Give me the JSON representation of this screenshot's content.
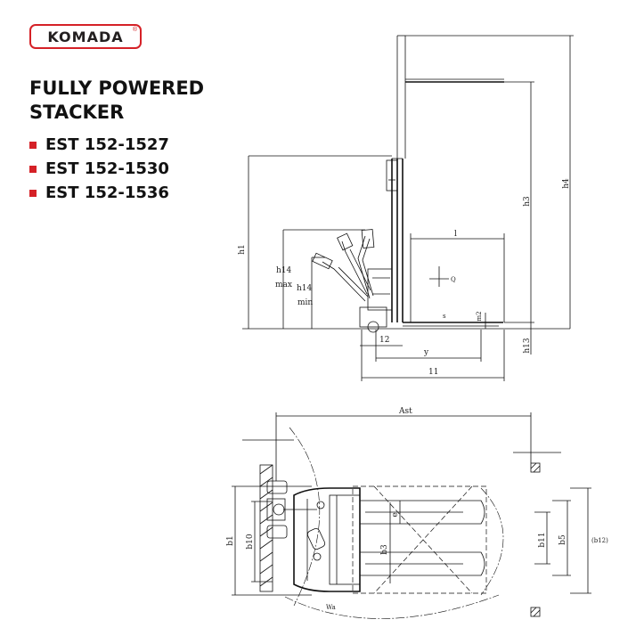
{
  "brand": {
    "name": "KOMADA",
    "reg_mark": "®",
    "color": "#d52127"
  },
  "product_title": {
    "line1": "FULLY POWERED",
    "line2": "STACKER"
  },
  "models": [
    "EST 152-1527",
    "EST 152-1530",
    "EST 152-1536"
  ],
  "side_view": {
    "labels": {
      "h1": "h1",
      "h3": "h3",
      "h4": "h4",
      "h13": "h13",
      "h14_max": "h14",
      "max": "max",
      "h14_min": "h14",
      "min": "min",
      "l": "l",
      "q": "Q",
      "s": "s",
      "m2": "m2",
      "l2": "12",
      "y": "y",
      "l1": "11"
    }
  },
  "top_view": {
    "labels": {
      "ast": "Ast",
      "b1": "b1",
      "b10": "b10",
      "b3": "b3",
      "e": "e",
      "b11": "b11",
      "b5": "b5",
      "b12": "(b12)",
      "wa": "Wa"
    }
  }
}
